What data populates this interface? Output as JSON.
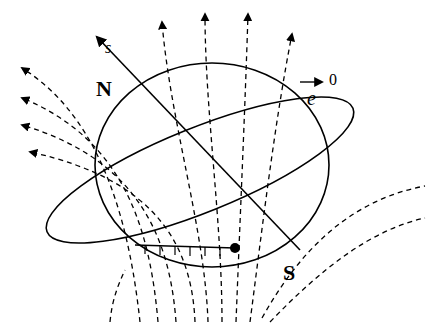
{
  "diagram": {
    "labels": [
      "s",
      "N",
      "e",
      "0",
      "S"
    ]
  }
}
